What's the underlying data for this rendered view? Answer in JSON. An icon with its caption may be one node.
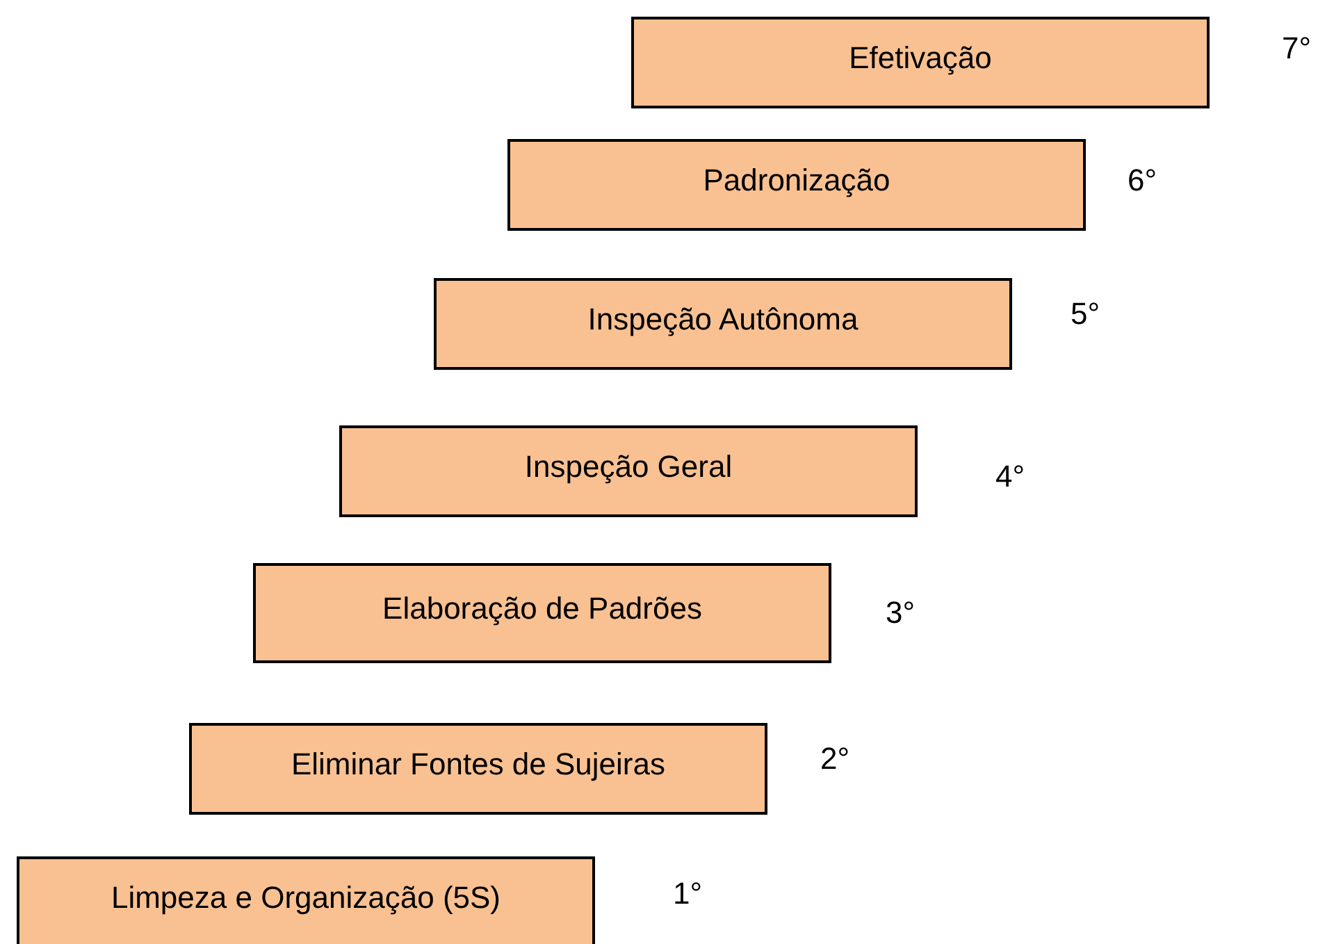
{
  "diagram": {
    "nodes": [
      {
        "text": [
          "Efetivação"
        ],
        "beside": [
          "7°"
        ]
      },
      {
        "text": [
          "Padronização"
        ],
        "beside": [
          "6°"
        ]
      },
      {
        "text": [
          "Inspeção Autônoma"
        ],
        "beside": [
          "5°"
        ]
      },
      {
        "text": [
          "Inspeção Geral"
        ],
        "beside": [
          "4°"
        ]
      },
      {
        "text": [
          "Elaboração de Padrões"
        ],
        "beside": [
          "3°"
        ]
      },
      {
        "text": [
          "Eliminar Fontes de Sujeiras"
        ],
        "beside": [
          "2°"
        ]
      },
      {
        "text": [
          "Limpeza e Organização (5S)"
        ],
        "beside": [
          "1°"
        ]
      }
    ]
  }
}
